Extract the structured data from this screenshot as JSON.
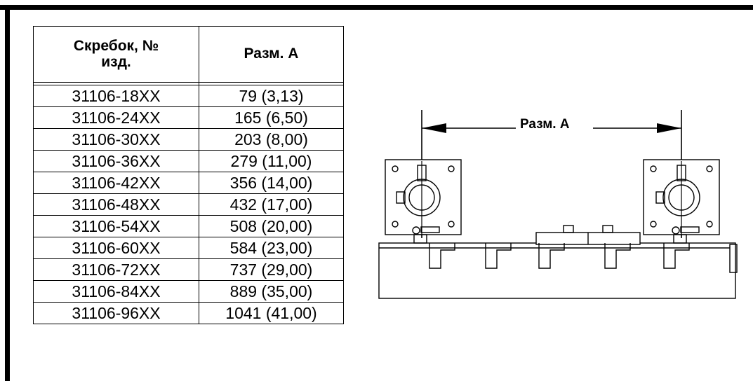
{
  "table": {
    "headers": [
      "Скребок, №\nизд.",
      "Разм. А"
    ],
    "rows": [
      [
        "31106-18XX",
        "79 (3,13)"
      ],
      [
        "31106-24XX",
        "165 (6,50)"
      ],
      [
        "31106-30XX",
        "203 (8,00)"
      ],
      [
        "31106-36XX",
        "279 (11,00)"
      ],
      [
        "31106-42XX",
        "356 (14,00)"
      ],
      [
        "31106-48XX",
        "432 (17,00)"
      ],
      [
        "31106-54XX",
        "508 (20,00)"
      ],
      [
        "31106-60XX",
        "584 (23,00)"
      ],
      [
        "31106-72XX",
        "737 (29,00)"
      ],
      [
        "31106-84XX",
        "889 (35,00)"
      ],
      [
        "31106-96XX",
        "1041 (41,00)"
      ]
    ]
  },
  "drawing": {
    "dimension_label": "Разм. А"
  }
}
